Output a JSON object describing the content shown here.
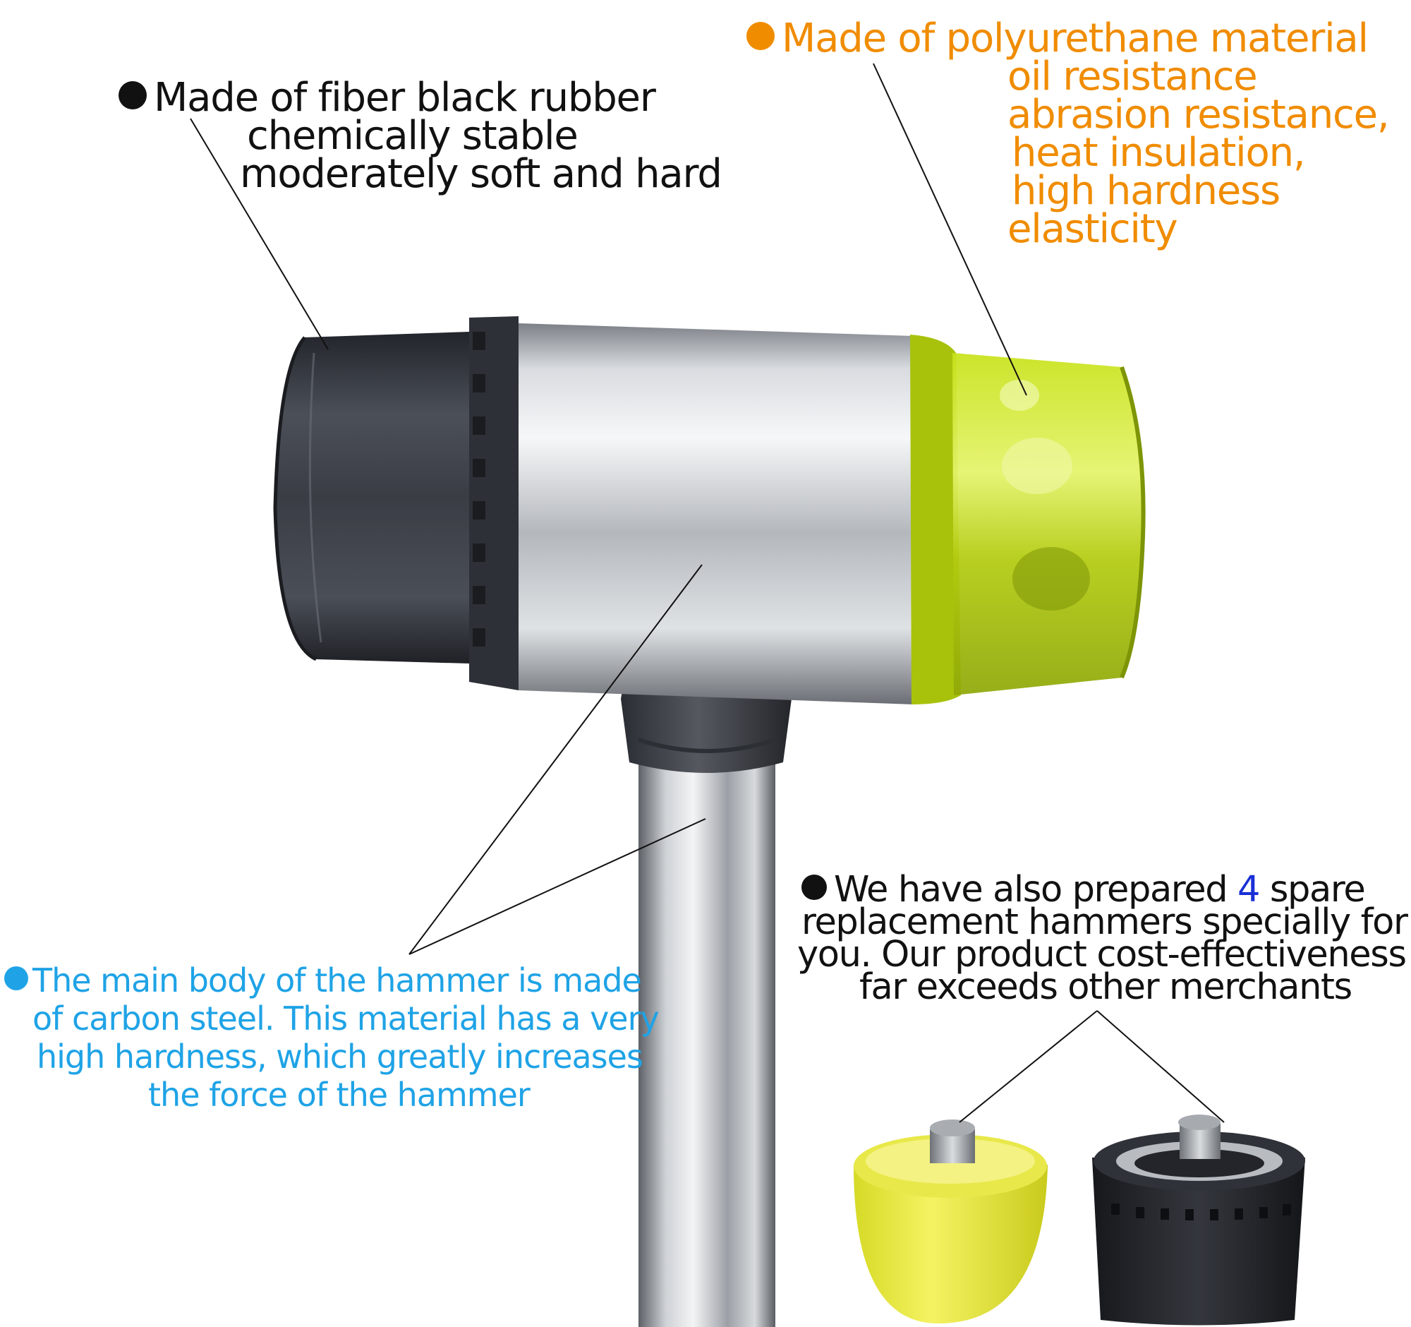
{
  "colors": {
    "rubber_text": "#111111",
    "polyurethane_text": "#f08c00",
    "steel_text": "#1fa3e6",
    "spare_text": "#111111",
    "spare_highlight": "#1a2fd6",
    "rubber_head": "#3a3d44",
    "polyurethane_head": "#b8d414",
    "steel": "#c9ccd0"
  },
  "callouts": {
    "rubber": {
      "line1": "Made of fiber black rubber",
      "line2": "chemically stable",
      "line3": "moderately soft and hard"
    },
    "polyurethane": {
      "line1": "Made of polyurethane material",
      "line2": "oil resistance",
      "line3": "abrasion resistance,",
      "line4": "heat insulation,",
      "line5": "high hardness",
      "line6": "elasticity"
    },
    "steel": {
      "line1": "The main body of the hammer is made",
      "line2": "of carbon steel. This material has a very",
      "line3": "high hardness, which greatly increases",
      "line4": "the force of the hammer"
    },
    "spare": {
      "line1_before": "We have also prepared ",
      "line1_number": "4",
      "line1_after": " spare",
      "line2": "replacement hammers specially for",
      "line3": "you. Our product cost-effectiveness",
      "line4": "far exceeds other merchants"
    }
  },
  "icons": [
    "bullet-dot-icon"
  ]
}
